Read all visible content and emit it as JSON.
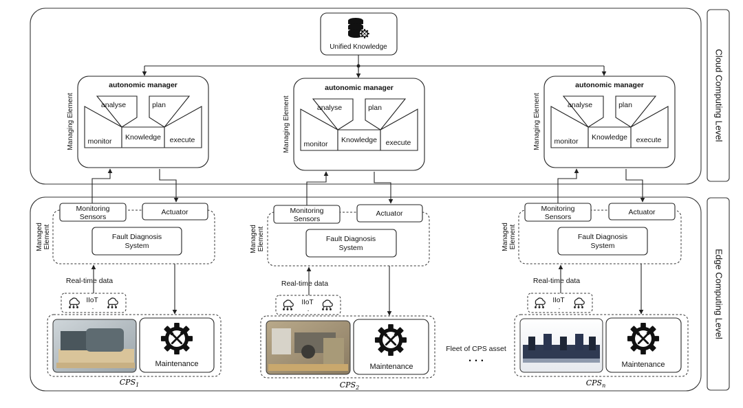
{
  "levels": {
    "cloud": "Cloud Computing Level",
    "edge": "Edge Computing Level"
  },
  "unified_knowledge": {
    "label": "Unified Knowledge",
    "icon": "database-gear-icon"
  },
  "managers": [
    {
      "title": "autonomic manager",
      "side": "Managing Element",
      "analyse": "analyse",
      "plan": "plan",
      "monitor": "monitor",
      "knowledge": "Knowledge",
      "execute": "execute"
    },
    {
      "title": "autonomic manager",
      "side": "Managing Element",
      "analyse": "analyse",
      "plan": "plan",
      "monitor": "monitor",
      "knowledge": "Knowledge",
      "execute": "execute"
    },
    {
      "title": "autonomic manager",
      "side": "Managing Element",
      "analyse": "analyse",
      "plan": "plan",
      "monitor": "monitor",
      "knowledge": "Knowledge",
      "execute": "execute"
    }
  ],
  "edge_units": [
    {
      "sensors_line1": "Monitoring",
      "sensors_line2": "Sensors",
      "actuator": "Actuator",
      "side_line1": "Managed",
      "side_line2": "Element",
      "fds_line1": "Fault Diagnosis",
      "fds_line2": "System",
      "realtime": "Real-time data",
      "iiot": "IIoT",
      "maintenance": "Maintenance",
      "cps_base": "CPS",
      "cps_sub": "1"
    },
    {
      "sensors_line1": "Monitoring",
      "sensors_line2": "Sensors",
      "actuator": "Actuator",
      "side_line1": "Managed",
      "side_line2": "Element",
      "fds_line1": "Fault Diagnosis",
      "fds_line2": "System",
      "realtime": "Real-time data",
      "iiot": "IIoT",
      "maintenance": "Maintenance",
      "cps_base": "CPS",
      "cps_sub": "2"
    },
    {
      "sensors_line1": "Monitoring",
      "sensors_line2": "Sensors",
      "actuator": "Actuator",
      "side_line1": "Managed",
      "side_line2": "Element",
      "fds_line1": "Fault Diagnosis",
      "fds_line2": "System",
      "realtime": "Real-time data",
      "iiot": "IIoT",
      "maintenance": "Maintenance",
      "cps_base": "CPS",
      "cps_sub": "n"
    }
  ],
  "fleet": {
    "label": "Fleet of CPS asset",
    "ellipsis": ". . ."
  }
}
